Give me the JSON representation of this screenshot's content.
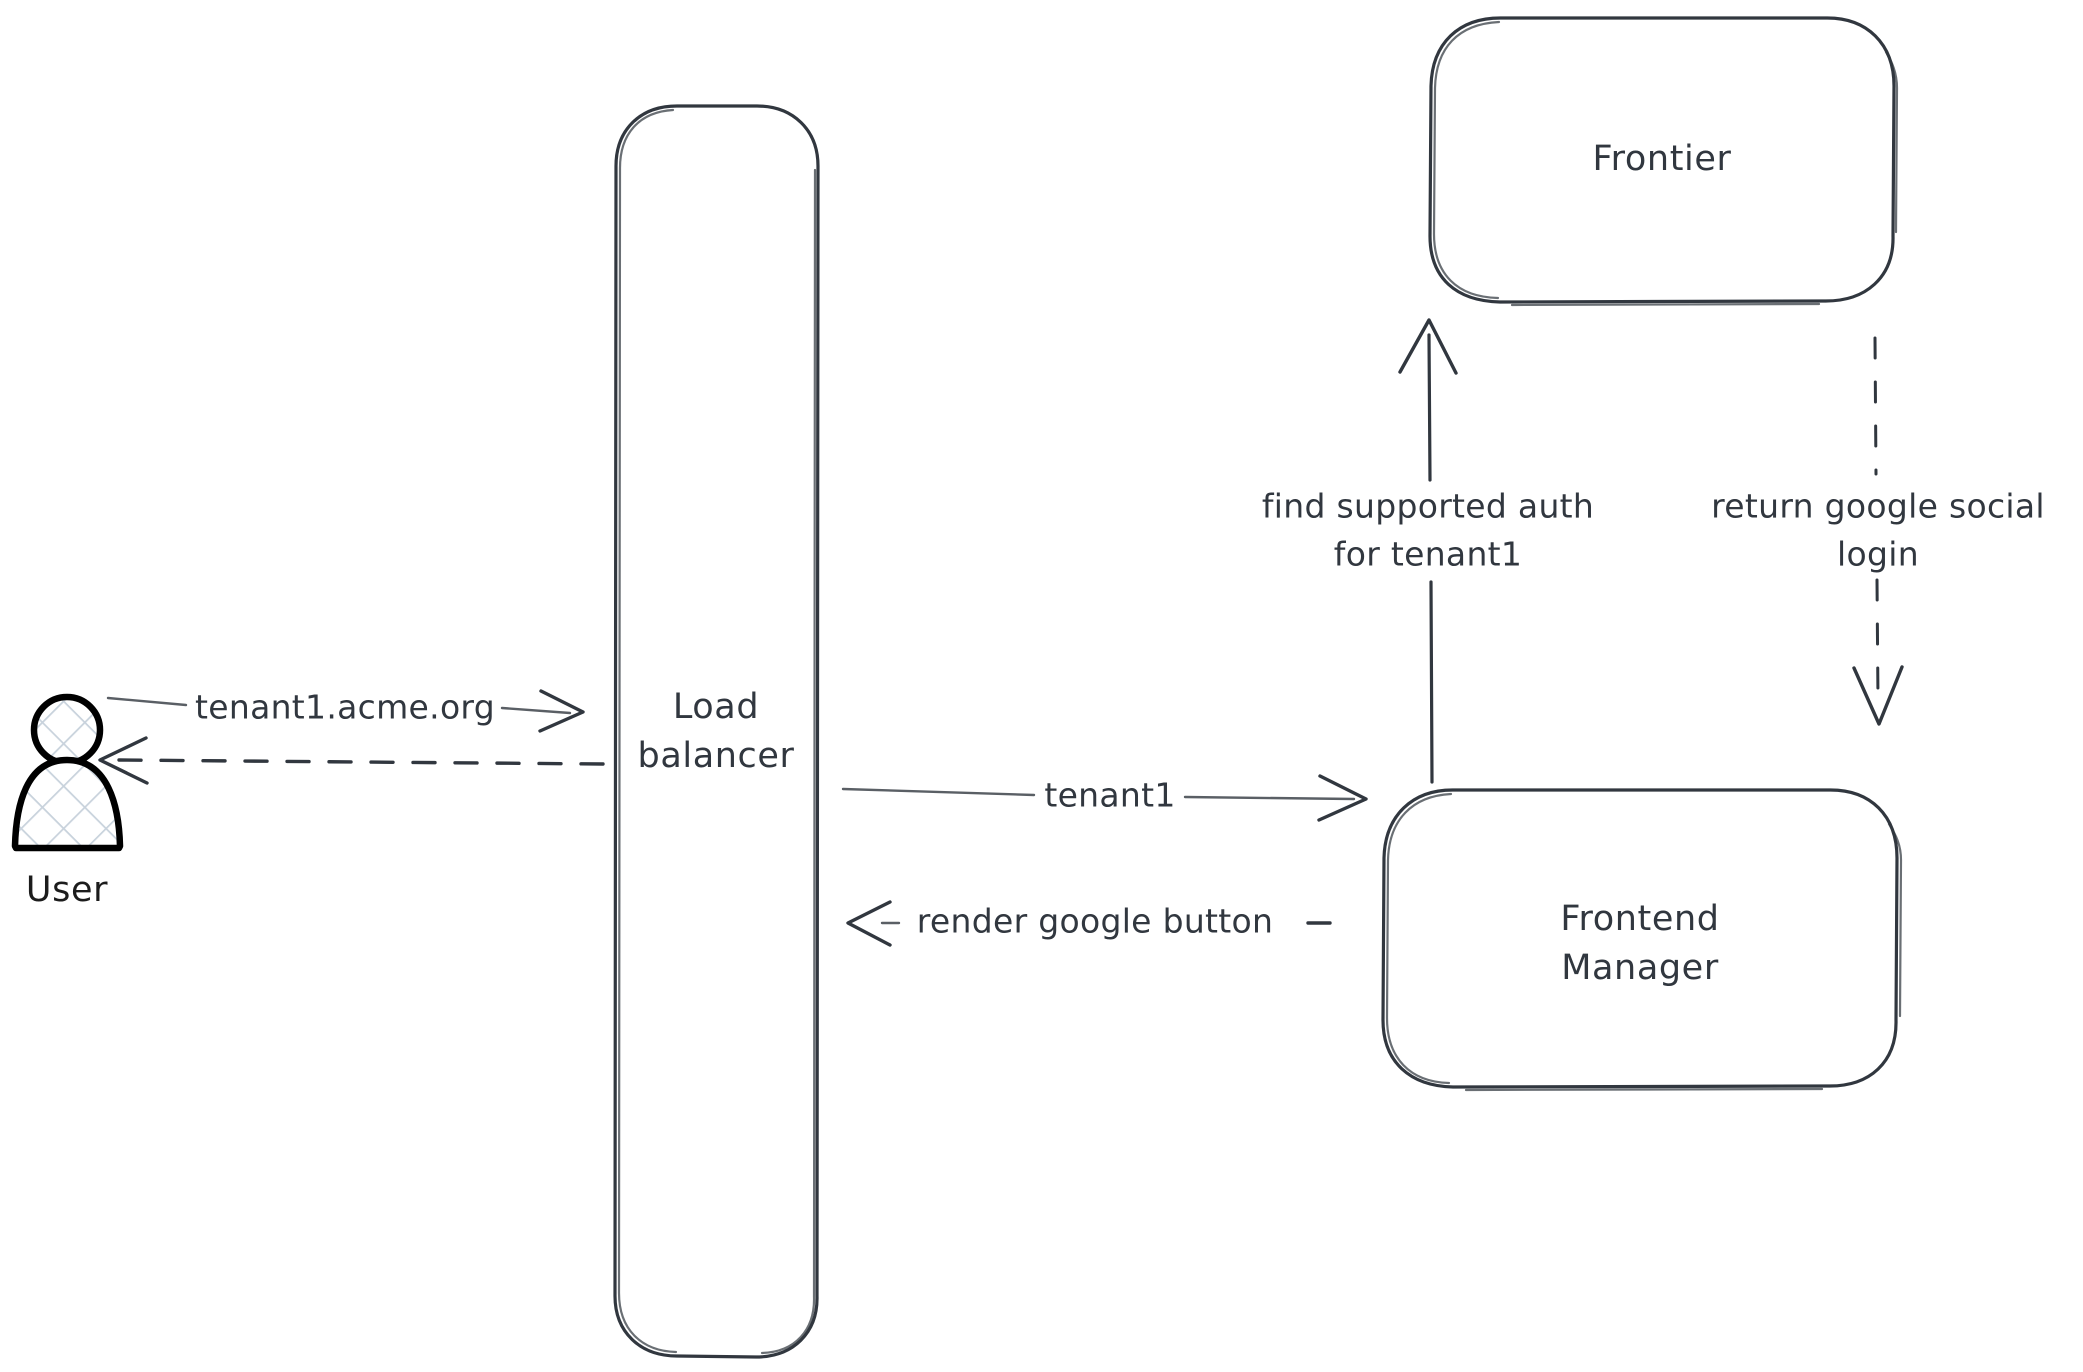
{
  "diagram": {
    "type": "architecture-flow",
    "background_color": "#ffffff",
    "stroke_color": "#31373f",
    "actor_stroke_color": "#000000",
    "actor_hatch_color": "#c8d2dc",
    "style": "hand-drawn-sketch",
    "actors": [
      {
        "id": "user",
        "label": "User",
        "shape": "stick-person",
        "name": "actor-user"
      }
    ],
    "nodes": [
      {
        "id": "load-balancer",
        "label_lines": [
          "Load",
          "balancer"
        ],
        "shape": "rounded-rectangle-tall",
        "name": "node-load-balancer"
      },
      {
        "id": "frontier",
        "label_lines": [
          "Frontier"
        ],
        "shape": "rounded-rectangle",
        "name": "node-frontier"
      },
      {
        "id": "frontend-manager",
        "label_lines": [
          "Frontend",
          "Manager"
        ],
        "shape": "rounded-rectangle",
        "name": "node-frontend-manager"
      }
    ],
    "edges": [
      {
        "id": "user-to-lb",
        "label": "tenant1.acme.org",
        "from": "user",
        "to": "load-balancer",
        "line_style": "solid",
        "direction": "right",
        "name": "edge-user-to-load-balancer"
      },
      {
        "id": "lb-to-user",
        "label": "",
        "from": "load-balancer",
        "to": "user",
        "line_style": "dashed",
        "direction": "left",
        "name": "edge-load-balancer-to-user"
      },
      {
        "id": "lb-to-fm",
        "label": "tenant1",
        "from": "load-balancer",
        "to": "frontend-manager",
        "line_style": "solid",
        "direction": "right",
        "name": "edge-load-balancer-to-frontend-manager"
      },
      {
        "id": "fm-to-lb",
        "label": "render google button",
        "from": "frontend-manager",
        "to": "load-balancer",
        "line_style": "dashed",
        "direction": "left",
        "name": "edge-frontend-manager-to-load-balancer"
      },
      {
        "id": "fm-to-frontier",
        "label_lines": [
          "find supported auth",
          "for tenant1"
        ],
        "from": "frontend-manager",
        "to": "frontier",
        "line_style": "solid",
        "direction": "up",
        "name": "edge-frontend-manager-to-frontier"
      },
      {
        "id": "frontier-to-fm",
        "label_lines": [
          "return google social",
          "login"
        ],
        "from": "frontier",
        "to": "frontend-manager",
        "line_style": "dashed",
        "direction": "down",
        "name": "edge-frontier-to-frontend-manager"
      }
    ]
  }
}
